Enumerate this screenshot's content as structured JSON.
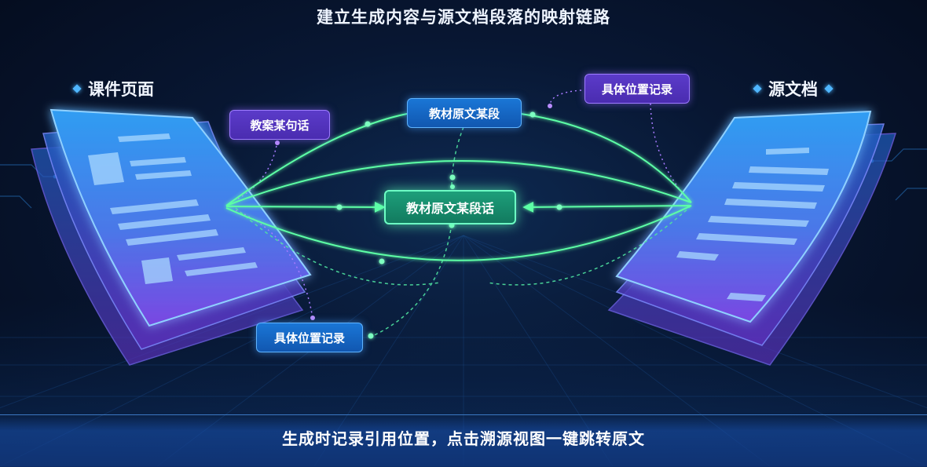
{
  "title": "建立生成内容与源文档段落的映射链路",
  "left_label": "课件页面",
  "right_label": "源文档",
  "tags": {
    "lesson_sentence": "教案某句话",
    "textbook_paragraph": "教材原文某段",
    "textbook_paragraph_sentence": "教材原文某段话",
    "position_record_left": "具体位置记录",
    "position_record_right": "具体位置记录"
  },
  "footer": "生成时记录引用位置，点击溯源视图一键跳转原文",
  "colors": {
    "link_green": "#5dffa6",
    "link_dashed": "#4fe3a0",
    "purple_dotted": "#a77bff",
    "accent_blue": "#4fb6ff"
  }
}
